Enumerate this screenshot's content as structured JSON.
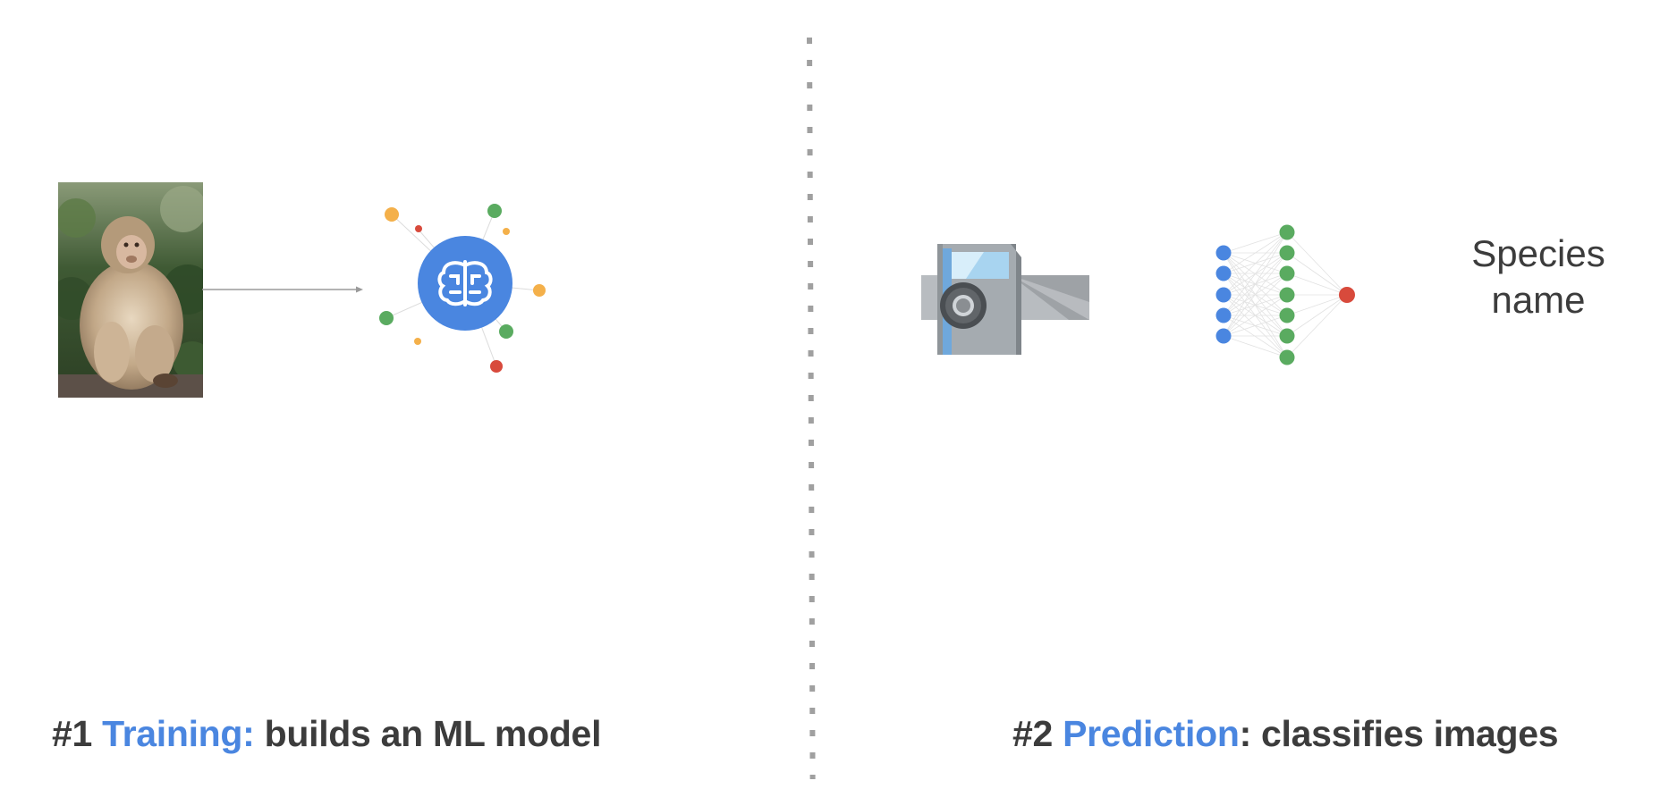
{
  "training": {
    "number": "#1",
    "keyword": "Training:",
    "rest": " builds an ML model"
  },
  "prediction": {
    "number": "#2",
    "keyword": "Prediction",
    "rest": ": classifies images"
  },
  "output_label": {
    "line1": "Species",
    "line2": "name"
  },
  "icons": {
    "photo": "macaque-photo",
    "model": "brain-ml-icon",
    "camera": "camera-trap-icon",
    "network": "neural-network-icon"
  },
  "colors": {
    "accent_blue": "#4a86e0",
    "node_green": "#5aab60",
    "node_red": "#d84a3c",
    "node_orange": "#f4b04a",
    "text_dark": "#3c3c3c"
  }
}
